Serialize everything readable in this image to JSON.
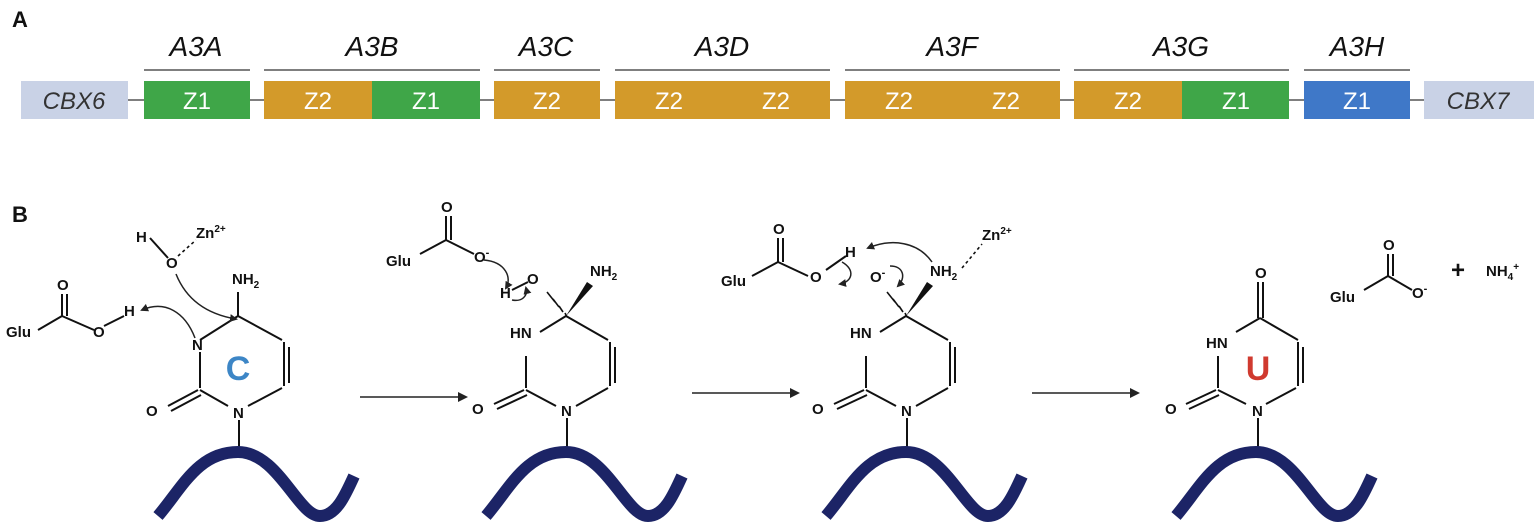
{
  "panel_a": {
    "label": "A",
    "flank_left": "CBX6",
    "flank_right": "CBX7",
    "genes": [
      {
        "name": "A3A",
        "domains": [
          "Z1"
        ]
      },
      {
        "name": "A3B",
        "domains": [
          "Z2",
          "Z1"
        ]
      },
      {
        "name": "A3C",
        "domains": [
          "Z2"
        ]
      },
      {
        "name": "A3D",
        "domains": [
          "Z2",
          "Z2"
        ]
      },
      {
        "name": "A3F",
        "domains": [
          "Z2",
          "Z2"
        ]
      },
      {
        "name": "A3G",
        "domains": [
          "Z2",
          "Z1"
        ]
      },
      {
        "name": "A3H",
        "domains": [
          "Z1"
        ]
      }
    ],
    "colors": {
      "Z1_green": "#3fa648",
      "Z1_blue": "#3f78c8",
      "Z2": "#d39a2a",
      "flank": "#c9d2e6"
    }
  },
  "panel_b": {
    "label": "B",
    "labels": {
      "glu": "Glu",
      "h": "H",
      "o": "O",
      "n": "N",
      "hn": "HN",
      "nh2": "NH",
      "nh2_sub": "2",
      "zn": "Zn",
      "zn_sup": "2+",
      "o_minus": "-",
      "nh4": "NH",
      "nh4_sub": "4",
      "nh4_sup": "+",
      "plus": "+"
    },
    "base_c": "C",
    "base_u": "U",
    "colors": {
      "base_c": "#3d86c6",
      "base_u": "#d03a2f",
      "backbone": "#1c2466"
    }
  }
}
